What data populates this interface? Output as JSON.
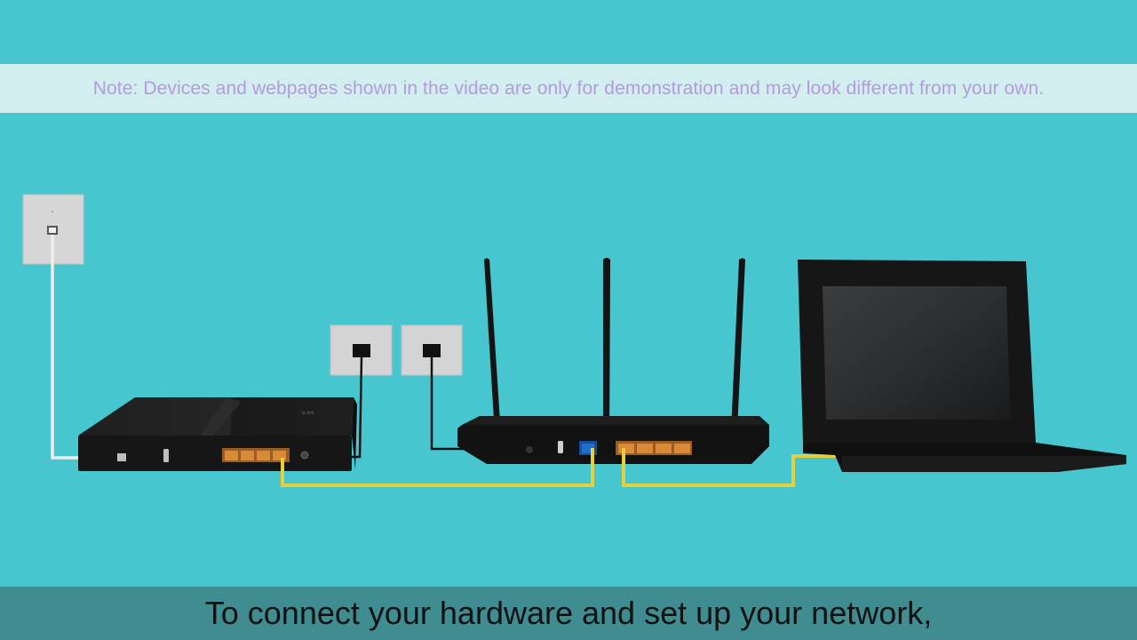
{
  "note": "Note: Devices and webpages shown in the video are only for demonstration and may look different from your own.",
  "subtitle": "To connect your hardware and set up your network,",
  "colors": {
    "background": "#48c6d0",
    "note_bar": "#d2eeef",
    "note_text": "#b59ae0",
    "subtitle_bar": "#3f8c91",
    "ethernet_cable": "#e6cf3c",
    "lan_port": "#d98a36",
    "wan_port": "#1f6fd1",
    "device": "#141414"
  },
  "nodes": [
    {
      "id": "phone-wall-jack",
      "icon": "wall-jack-icon"
    },
    {
      "id": "modem",
      "icon": "modem-icon"
    },
    {
      "id": "wall-outlet-1",
      "icon": "wall-outlet-icon"
    },
    {
      "id": "wall-outlet-2",
      "icon": "wall-outlet-icon"
    },
    {
      "id": "router",
      "icon": "router-icon"
    },
    {
      "id": "laptop",
      "icon": "laptop-icon"
    }
  ],
  "edges": [
    {
      "from": "phone-wall-jack",
      "to": "modem",
      "kind": "phone-cable"
    },
    {
      "from": "wall-outlet-1",
      "to": "modem",
      "kind": "power-cable"
    },
    {
      "from": "wall-outlet-2",
      "to": "router",
      "kind": "power-cable"
    },
    {
      "from": "modem",
      "to": "router",
      "kind": "ethernet-cable"
    },
    {
      "from": "router",
      "to": "laptop",
      "kind": "ethernet-cable"
    }
  ]
}
